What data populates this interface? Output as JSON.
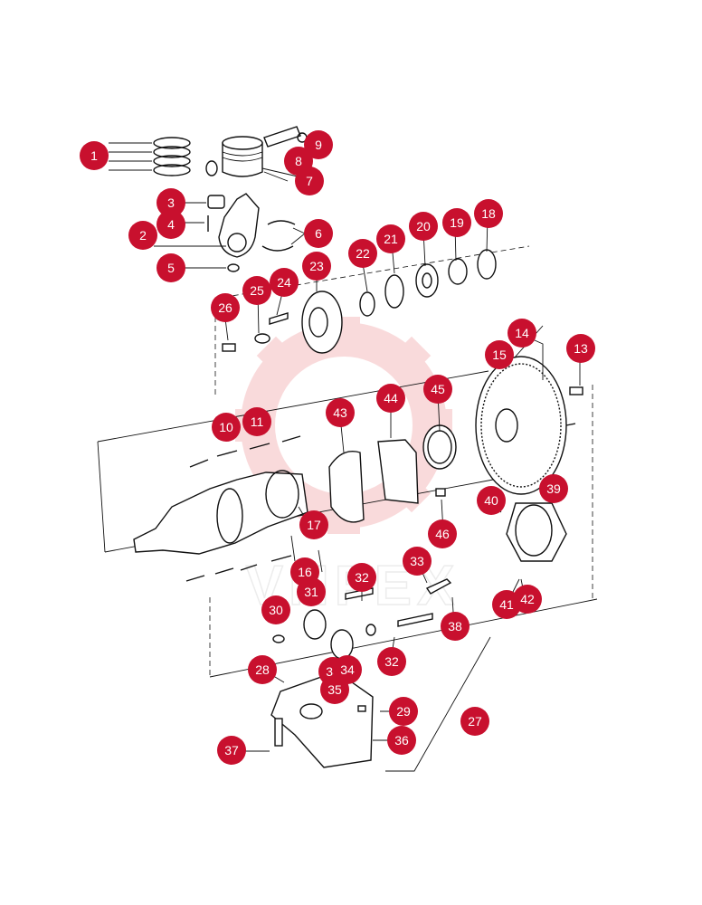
{
  "watermark": {
    "text": "VNFEX",
    "color": "#e03a3e"
  },
  "callout_color": "#c8102e",
  "callouts": [
    {
      "id": "c1",
      "label": "1"
    },
    {
      "id": "c2",
      "label": "2"
    },
    {
      "id": "c3",
      "label": "3"
    },
    {
      "id": "c4",
      "label": "4"
    },
    {
      "id": "c5",
      "label": "5"
    },
    {
      "id": "c6",
      "label": "6"
    },
    {
      "id": "c7",
      "label": "7"
    },
    {
      "id": "c8",
      "label": "8"
    },
    {
      "id": "c9",
      "label": "9"
    },
    {
      "id": "c10",
      "label": "10"
    },
    {
      "id": "c11",
      "label": "11"
    },
    {
      "id": "c13",
      "label": "13"
    },
    {
      "id": "c14",
      "label": "14"
    },
    {
      "id": "c15",
      "label": "15"
    },
    {
      "id": "c16",
      "label": "16"
    },
    {
      "id": "c17",
      "label": "17"
    },
    {
      "id": "c18",
      "label": "18"
    },
    {
      "id": "c19",
      "label": "19"
    },
    {
      "id": "c20",
      "label": "20"
    },
    {
      "id": "c21",
      "label": "21"
    },
    {
      "id": "c22",
      "label": "22"
    },
    {
      "id": "c23",
      "label": "23"
    },
    {
      "id": "c24",
      "label": "24"
    },
    {
      "id": "c25",
      "label": "25"
    },
    {
      "id": "c26",
      "label": "26"
    },
    {
      "id": "c27",
      "label": "27"
    },
    {
      "id": "c28",
      "label": "28"
    },
    {
      "id": "c29",
      "label": "29"
    },
    {
      "id": "c30a",
      "label": "30"
    },
    {
      "id": "c30b",
      "label": "30"
    },
    {
      "id": "c31",
      "label": "31"
    },
    {
      "id": "c32a",
      "label": "32"
    },
    {
      "id": "c32b",
      "label": "32"
    },
    {
      "id": "c33",
      "label": "33"
    },
    {
      "id": "c34",
      "label": "34"
    },
    {
      "id": "c35",
      "label": "35"
    },
    {
      "id": "c36",
      "label": "36"
    },
    {
      "id": "c37",
      "label": "37"
    },
    {
      "id": "c38",
      "label": "38"
    },
    {
      "id": "c39",
      "label": "39"
    },
    {
      "id": "c40",
      "label": "40"
    },
    {
      "id": "c41",
      "label": "41"
    },
    {
      "id": "c42",
      "label": "42"
    },
    {
      "id": "c43",
      "label": "43"
    },
    {
      "id": "c44",
      "label": "44"
    },
    {
      "id": "c45",
      "label": "45"
    },
    {
      "id": "c46",
      "label": "46"
    }
  ]
}
